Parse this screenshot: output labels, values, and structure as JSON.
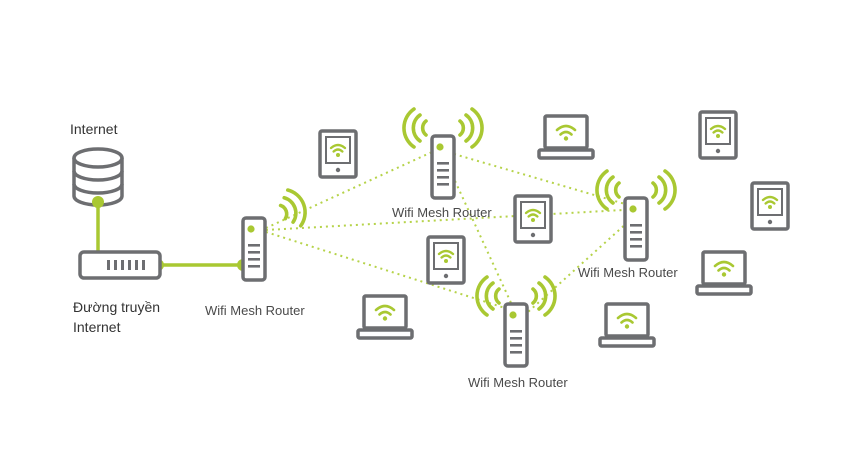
{
  "labels": {
    "internet": "Internet",
    "isp_line_1": "Đường truyền",
    "isp_line_2": "Internet",
    "router_main": "Wifi Mesh Router",
    "router_top": "Wifi Mesh Router",
    "router_right": "Wifi Mesh Router",
    "router_bottom": "Wifi Mesh Router"
  },
  "colors": {
    "accent_green": "#a9c832",
    "device_gray": "#6d6e71",
    "mesh_link": "#b6d34a",
    "text": "#4a4a4a"
  },
  "icons": {
    "internet": "database-icon",
    "modem": "modem-icon",
    "router": "router-icon",
    "tablet": "tablet-icon",
    "laptop": "laptop-icon",
    "signal": "wifi-signal-icon"
  }
}
